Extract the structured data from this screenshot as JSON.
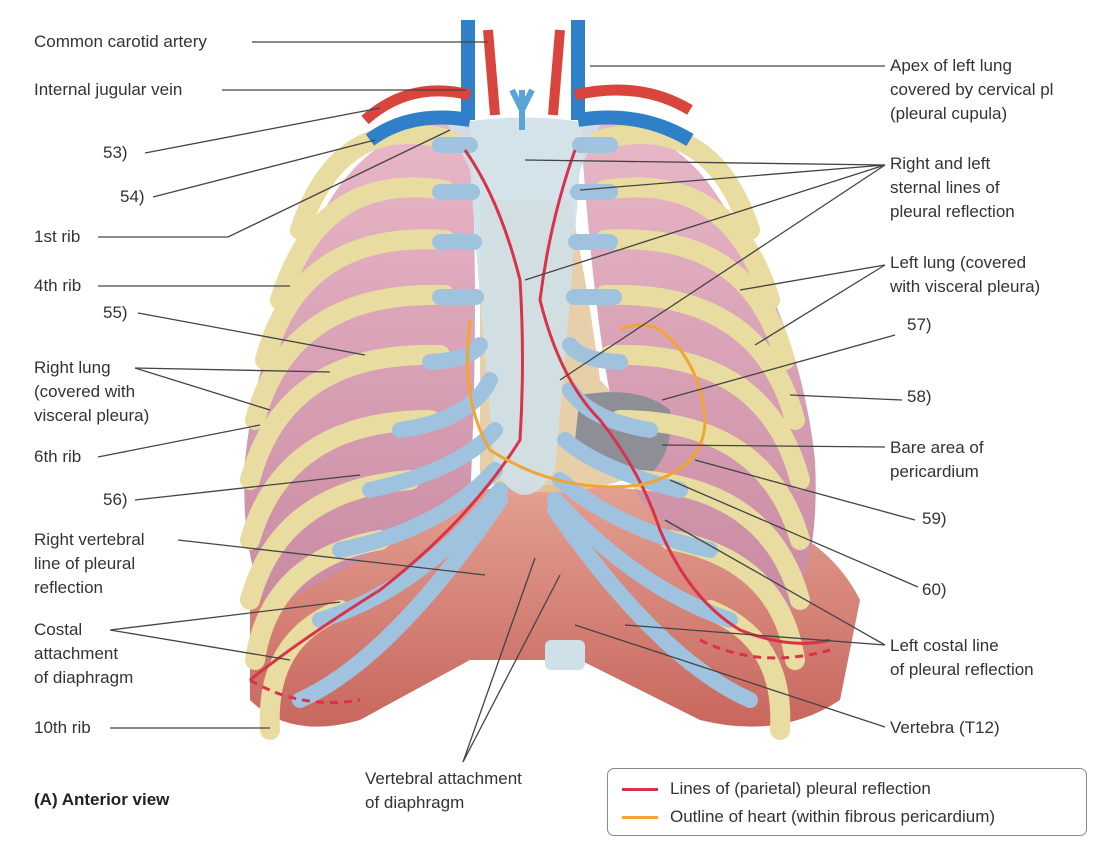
{
  "labels": {
    "common_carotid": "Common carotid artery",
    "internal_jugular": "Internal jugular vein",
    "n53": "53)",
    "n54": "54)",
    "rib1": "1st rib",
    "rib4": "4th rib",
    "n55": "55)",
    "right_lung": [
      "Right lung",
      "(covered with",
      "visceral pleura)"
    ],
    "rib6": "6th rib",
    "n56": "56)",
    "right_vertebral": [
      "Right vertebral",
      "line of pleural",
      "reflection"
    ],
    "costal_attach": [
      "Costal",
      "attachment",
      "of diaphragm"
    ],
    "rib10": "10th rib",
    "vertebral_attach": [
      "Vertebral attachment",
      "of diaphragm"
    ],
    "apex_left": [
      "Apex of left lung",
      "covered by cervical pl",
      "(pleural cupula)"
    ],
    "sternal_lines": [
      "Right and left",
      "sternal lines of",
      "pleural  reflection"
    ],
    "left_lung": [
      "Left lung (covered",
      "with visceral pleura)"
    ],
    "n57": "57)",
    "n58": "58)",
    "bare_area": [
      "Bare area of",
      "pericardium"
    ],
    "n59": "59)",
    "n60": "60)",
    "left_costal": [
      "Left costal line",
      "of pleural reflection"
    ],
    "vertebra": "Vertebra (T12)"
  },
  "caption": "(A) Anterior view",
  "legend": {
    "pleural": "Lines of (parietal) pleural reflection",
    "heart": "Outline of heart (within fibrous pericardium)"
  },
  "colors": {
    "pleural_line": "#d8334a",
    "heart_outline": "#f2a531",
    "rib": "#e9dca0",
    "cartilage": "#9fc3df",
    "lung": "#dba3b7",
    "diaphragm": "#d98277",
    "artery": "#d9443c",
    "vein": "#2f7fc9",
    "leader": "#444444"
  }
}
